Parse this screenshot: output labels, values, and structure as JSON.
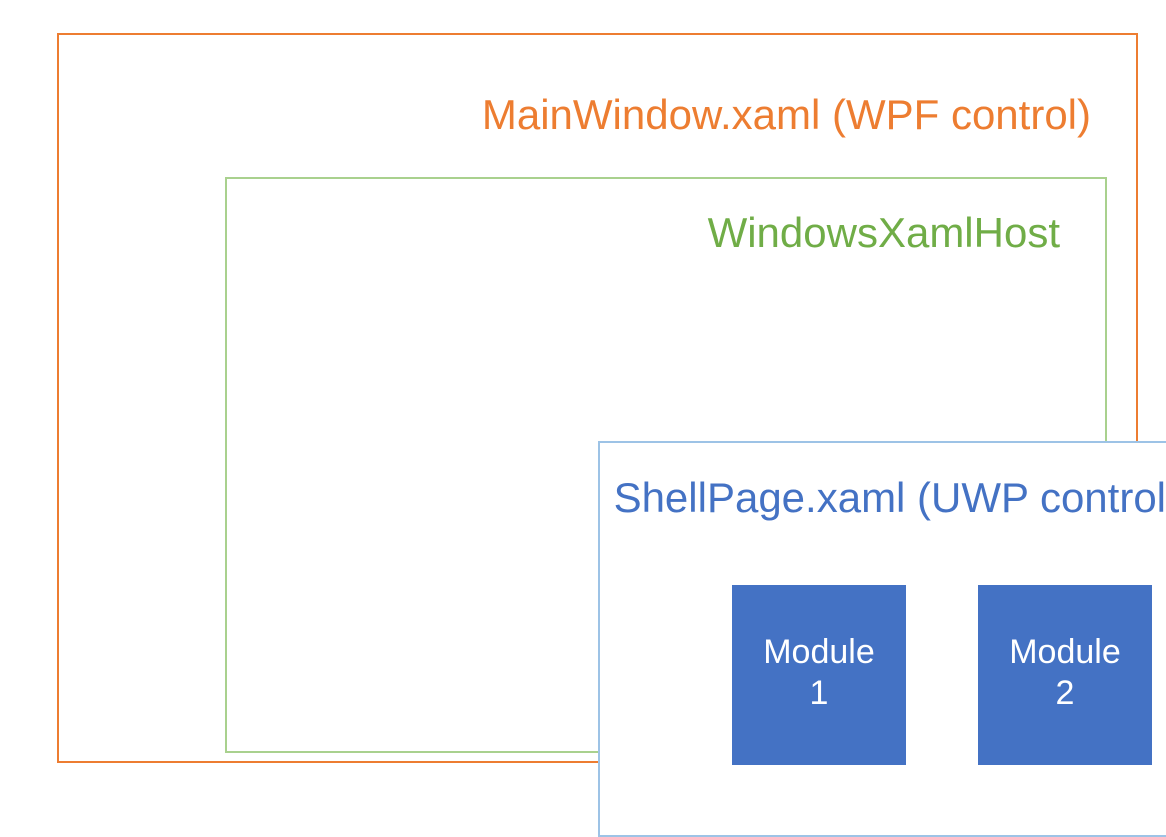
{
  "diagram": {
    "outer": {
      "title": "MainWindow.xaml (WPF control)",
      "border_color": "#ED7D31",
      "text_color": "#ED7D31"
    },
    "middle": {
      "title": "WindowsXamlHost",
      "border_color": "#A9D18E",
      "text_color": "#70AD47"
    },
    "inner": {
      "title": "ShellPage.xaml (UWP control)",
      "border_color": "#9DC3E6",
      "text_color": "#4472C4"
    },
    "modules": [
      {
        "name": "Module",
        "number": "1",
        "fill_color": "#4472C4",
        "text_color": "#FFFFFF"
      },
      {
        "name": "Module",
        "number": "2",
        "fill_color": "#4472C4",
        "text_color": "#FFFFFF"
      }
    ]
  }
}
